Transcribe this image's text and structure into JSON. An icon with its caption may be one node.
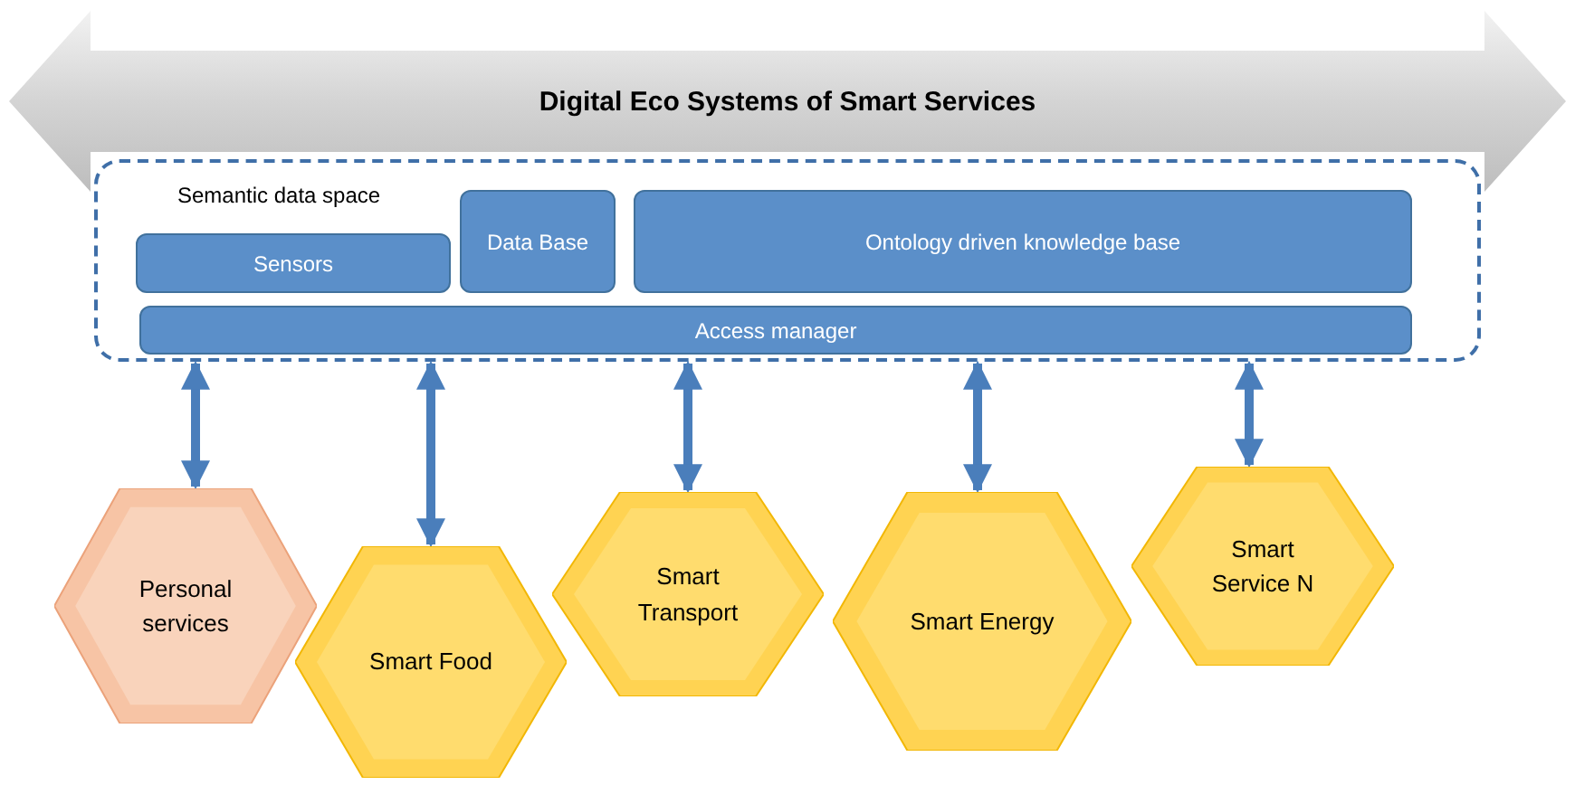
{
  "diagram": {
    "nodes": [
      {
        "text": [
          "Digital Eco Systems of Smart Services"
        ]
      },
      {
        "text": [
          "Semantic data space"
        ]
      },
      {
        "text": [
          "Sensors"
        ],
        "in": 1
      },
      {
        "text": [
          "Data Base"
        ],
        "in": 1
      },
      {
        "text": [
          "Ontology driven knowledge base"
        ],
        "in": 1
      },
      {
        "text": [
          "Access manager"
        ],
        "in": 1
      },
      {
        "text": [
          "Personal services"
        ]
      },
      {
        "text": [
          "Smart Food"
        ]
      },
      {
        "text": [
          "Smart Transport"
        ]
      },
      {
        "text": [
          "Smart Energy"
        ]
      },
      {
        "text": [
          "Smart Service N"
        ]
      }
    ],
    "edges": [
      {
        "from": 1,
        "to": 6,
        "arrow": "both"
      },
      {
        "from": 1,
        "to": 7,
        "arrow": "both"
      },
      {
        "from": 1,
        "to": 8,
        "arrow": "both"
      },
      {
        "from": 1,
        "to": 9,
        "arrow": "both"
      },
      {
        "from": 1,
        "to": 10,
        "arrow": "both"
      }
    ]
  }
}
